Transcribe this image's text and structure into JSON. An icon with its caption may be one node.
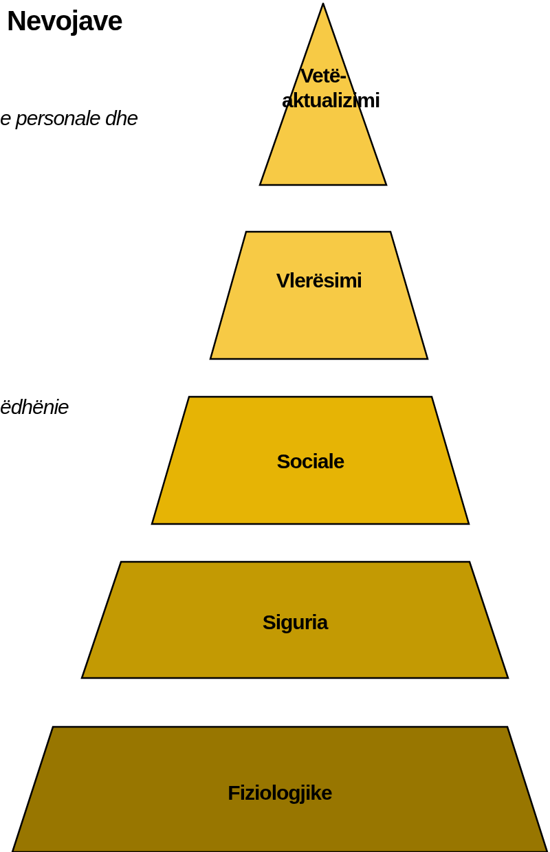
{
  "diagram": {
    "title": "Nevojave",
    "nodes": [
      {
        "text": [
          "Vetë- aktualizimi"
        ]
      },
      {
        "text": [
          "Vlerësimi"
        ]
      },
      {
        "text": [
          "Sociale"
        ]
      },
      {
        "text": [
          "Siguria"
        ]
      },
      {
        "text": [
          "Fiziologjike"
        ]
      }
    ],
    "labels": [
      "e personale dhe",
      "ëdhënie"
    ]
  }
}
